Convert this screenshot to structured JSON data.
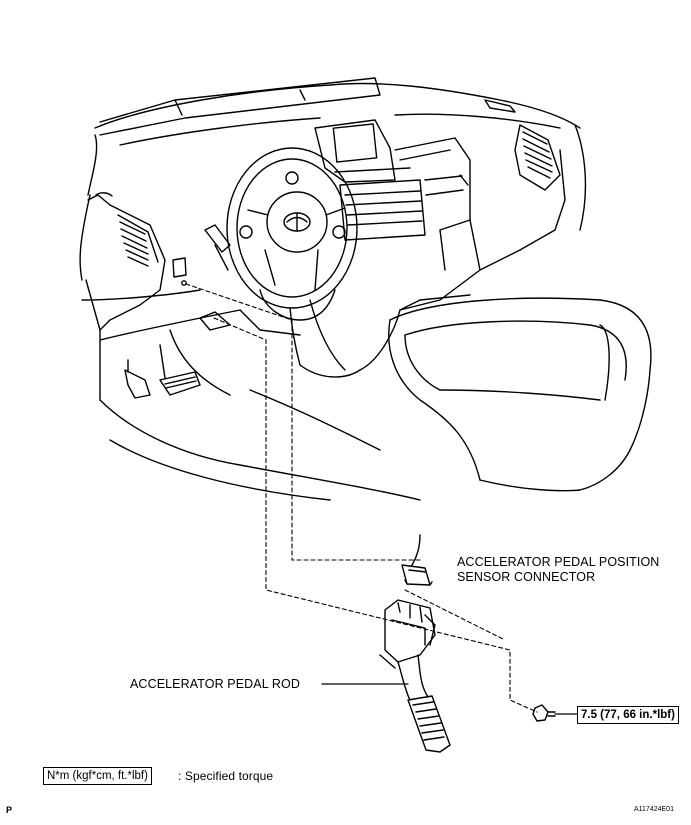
{
  "labels": {
    "sensor_connector_line1": "ACCELERATOR PEDAL POSITION",
    "sensor_connector_line2": "SENSOR CONNECTOR",
    "pedal_rod": "ACCELERATOR PEDAL ROD"
  },
  "torque": {
    "value": "7.5 (77, 66 in.*lbf)"
  },
  "legend": {
    "units": "N*m (kgf*cm, ft.*lbf)",
    "description": ": Specified torque"
  },
  "footer": {
    "page_mark": "P",
    "figure_id": "A117424E01"
  }
}
